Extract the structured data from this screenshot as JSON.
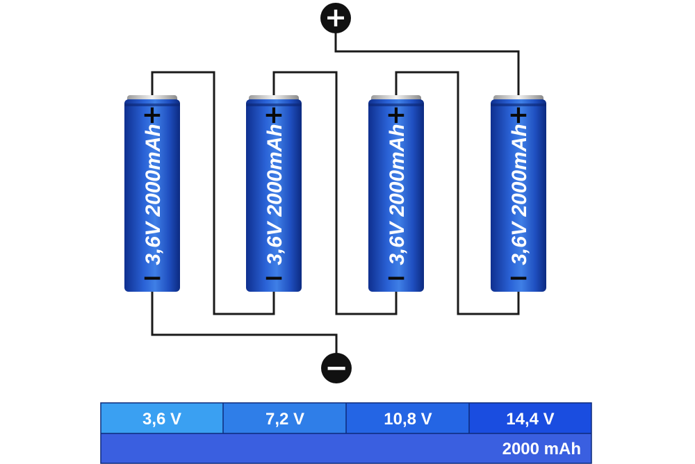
{
  "terminals": {
    "positive": "+",
    "negative": "−"
  },
  "batteries": [
    {
      "label": "3,6V 2000mAh",
      "plus": "+",
      "minus": "−"
    },
    {
      "label": "3,6V 2000mAh",
      "plus": "+",
      "minus": "−"
    },
    {
      "label": "3,6V 2000mAh",
      "plus": "+",
      "minus": "−"
    },
    {
      "label": "3,6V 2000mAh",
      "plus": "+",
      "minus": "−"
    }
  ],
  "voltage_table": {
    "voltages": [
      "3,6 V",
      "7,2 V",
      "10,8 V",
      "14,4 V"
    ],
    "capacity": "2000 mAh"
  },
  "colors": {
    "wire": "#1a1a1a",
    "battery_dark": "#123a9e",
    "battery_light": "#3f7fe6",
    "cell_1": "#3aa0f2",
    "cell_2": "#2f7ee8",
    "cell_3": "#2465e4",
    "cell_4": "#1a4de0",
    "capacity_row": "#3a5fe0"
  }
}
